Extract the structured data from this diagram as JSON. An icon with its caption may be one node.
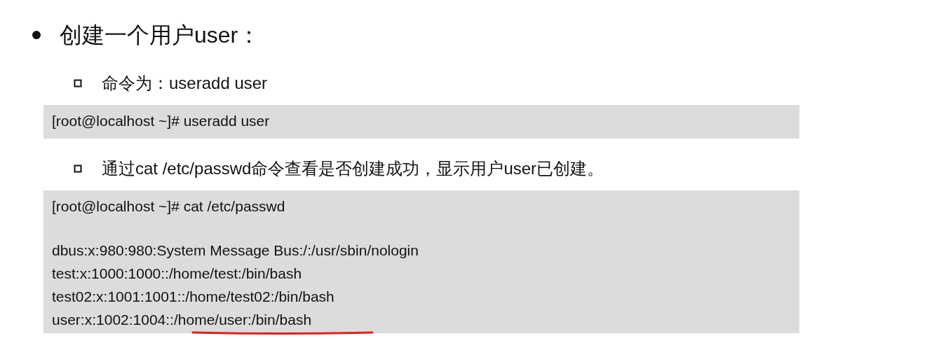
{
  "diagram": {
    "nodes": [
      {
        "text": [
          "[root@localhost ~]# useradd user"
        ]
      },
      {
        "text": [
          "[root@localhost ~]# cat /etc/passwd",
          "dbus:x:980:980:System Message Bus:/:/usr/sbin/nologin",
          "test:x:1000:1000::/home/test:/bin/bash",
          "test02:x:1001:1001::/home/test02:/bin/bash",
          "user:x:1002:1004::/home/user:/bin/bash"
        ]
      }
    ],
    "labels": [
      "创建一个用户user：",
      "命令为：useradd user",
      "通过cat /etc/passwd命令查看是否创建成功，显示用户user已创建。"
    ]
  }
}
